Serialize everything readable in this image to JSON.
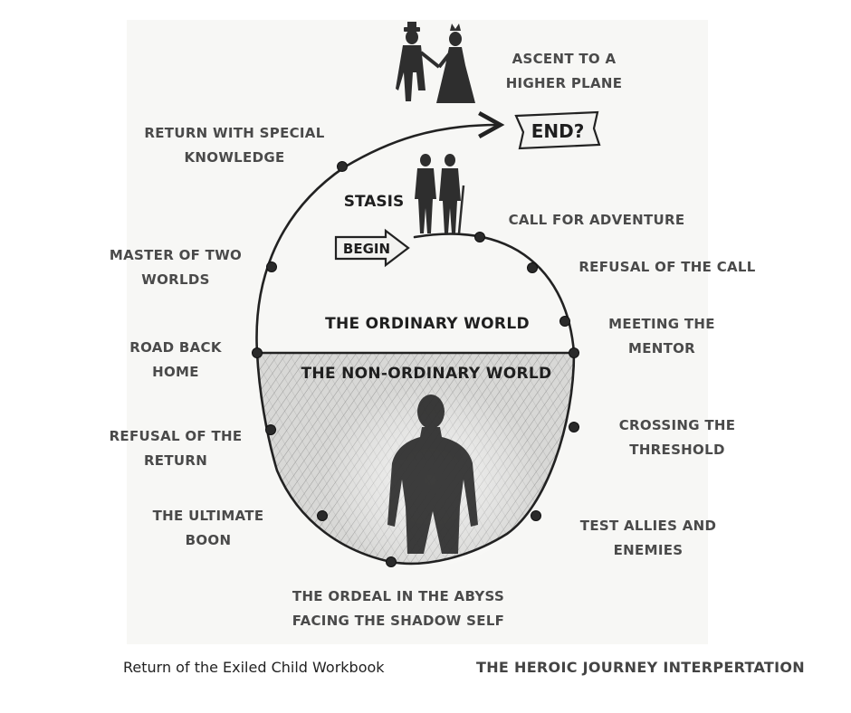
{
  "stages": {
    "ascent": [
      "ASCENT TO A",
      "HIGHER PLANE"
    ],
    "return_knowledge": [
      "RETURN WITH SPECIAL",
      "KNOWLEDGE"
    ],
    "master": [
      "MASTER OF TWO",
      "WORLDS"
    ],
    "road_back": [
      "ROAD BACK",
      "HOME"
    ],
    "refusal_return": [
      "REFUSAL OF THE",
      "RETURN"
    ],
    "boon": [
      "THE ULTIMATE",
      "BOON"
    ],
    "ordeal": [
      "THE ORDEAL IN THE ABYSS",
      "FACING THE SHADOW SELF"
    ],
    "call": "CALL FOR ADVENTURE",
    "refusal_call": "REFUSAL OF THE CALL",
    "mentor": [
      "MEETING THE",
      "MENTOR"
    ],
    "threshold": [
      "CROSSING THE",
      "THRESHOLD"
    ],
    "allies": [
      "TEST ALLIES AND",
      "ENEMIES"
    ]
  },
  "markers": {
    "end": "END?",
    "begin": "BEGIN",
    "stasis": "STASIS"
  },
  "worlds": {
    "ordinary": "THE ORDINARY WORLD",
    "non_ordinary": "THE NON-ORDINARY WORLD"
  },
  "footer": {
    "left": "Return of the Exiled Child Workbook",
    "right": "THE HEROIC JOURNEY INTERPERTATION"
  }
}
